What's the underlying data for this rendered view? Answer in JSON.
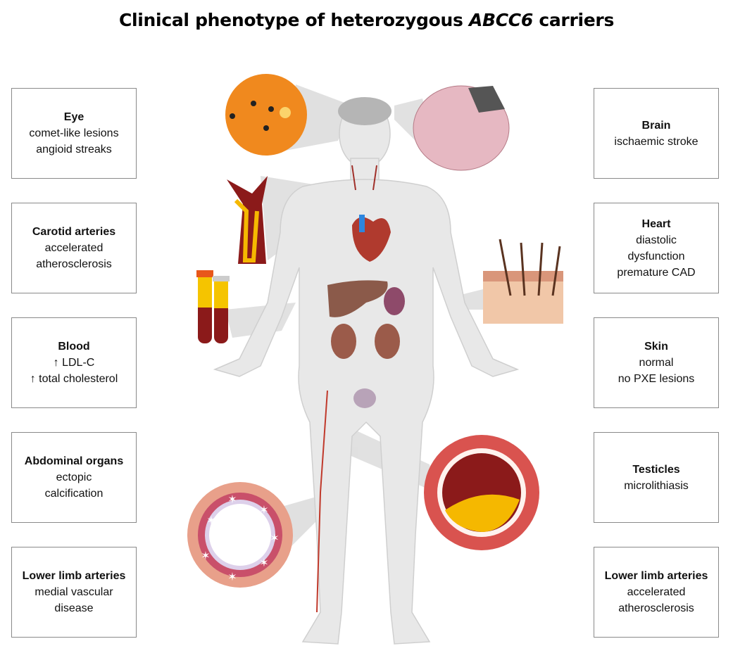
{
  "title": {
    "pre": "Clinical phenotype of heterozygous ",
    "gene": "ABCC6",
    "post": " carriers"
  },
  "left": [
    {
      "heading": "Eye",
      "lines": [
        "comet-like lesions",
        "angioid streaks"
      ]
    },
    {
      "heading": "Carotid arteries",
      "lines": [
        "accelerated",
        "atherosclerosis"
      ]
    },
    {
      "heading": "Blood",
      "lines": [
        "↑ LDL-C",
        "↑ total cholesterol"
      ]
    },
    {
      "heading": "Abdominal organs",
      "lines": [
        "ectopic",
        "calcification"
      ]
    },
    {
      "heading": "Lower limb arteries",
      "lines": [
        "medial vascular",
        "disease"
      ]
    }
  ],
  "right": [
    {
      "heading": "Brain",
      "lines": [
        "ischaemic stroke"
      ]
    },
    {
      "heading": "Heart",
      "lines": [
        "diastolic",
        "dysfunction",
        "premature CAD"
      ]
    },
    {
      "heading": "Skin",
      "lines": [
        "normal",
        "no PXE lesions"
      ]
    },
    {
      "heading": "Testicles",
      "lines": [
        "microlithiasis"
      ]
    },
    {
      "heading": "Lower limb arteries",
      "lines": [
        "accelerated",
        "atherosclerosis"
      ]
    }
  ],
  "colors": {
    "body": "#e6e6e6",
    "artery": "#c0392b",
    "retina": "#f0891e",
    "plaque": "#f5b800"
  }
}
